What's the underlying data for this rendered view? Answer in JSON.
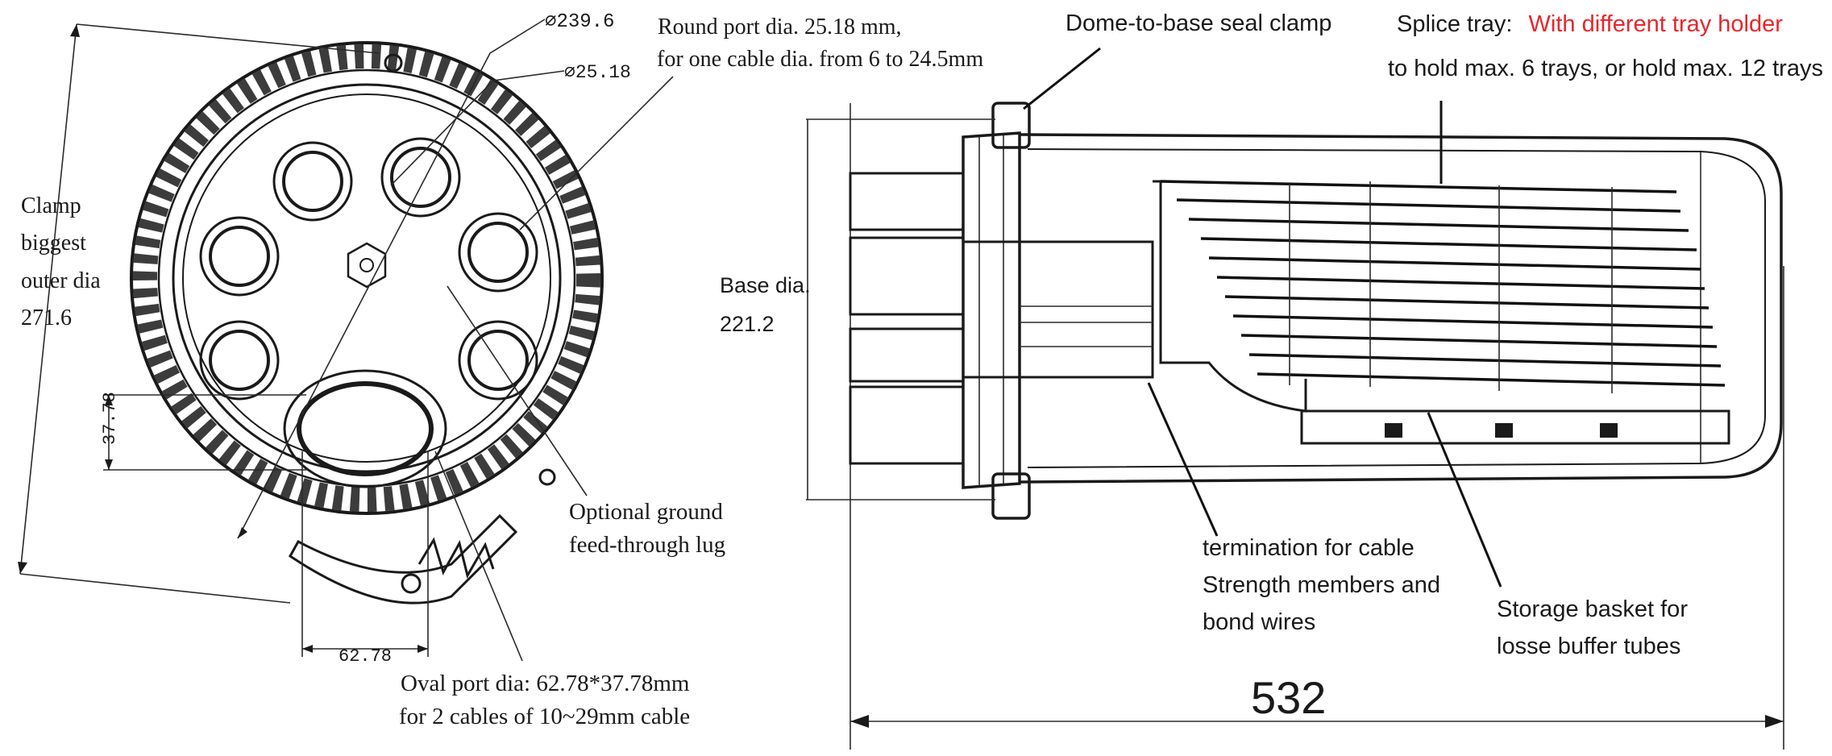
{
  "colors": {
    "line": "#1a1a1a",
    "highlight": "#e8262b",
    "background": "#ffffff"
  },
  "left_view": {
    "dim_outer_clamp": "⌀239.6",
    "dim_round_port": "⌀25.18",
    "dim_oval_height": "37.78",
    "dim_oval_width": "62.78",
    "round_port_line1": "Round port dia. 25.18 mm,",
    "round_port_line2": "for one cable dia. from 6 to 24.5mm",
    "clamp_line1": "Clamp",
    "clamp_line2": "biggest",
    "clamp_line3": "outer dia",
    "clamp_line4": "271.6",
    "ground_line1": "Optional ground",
    "ground_line2": "feed-through lug",
    "oval_line1": "Oval port dia:  62.78*37.78mm",
    "oval_line2": "for 2 cables of 10~29mm cable"
  },
  "right_view": {
    "dome_clamp": "Dome-to-base seal clamp",
    "splice_tray_prefix": "Splice tray:",
    "splice_tray_highlight": "With different tray holder",
    "splice_tray_line2": "to hold max. 6 trays, or hold max. 12 trays",
    "base_line1": "Base dia.",
    "base_line2": "221.2",
    "termination_line1": "termination for cable",
    "termination_line2": "Strength members and",
    "termination_line3": "bond wires",
    "storage_line1": "Storage basket for",
    "storage_line2": "losse buffer tubes",
    "dim_length": "532"
  }
}
